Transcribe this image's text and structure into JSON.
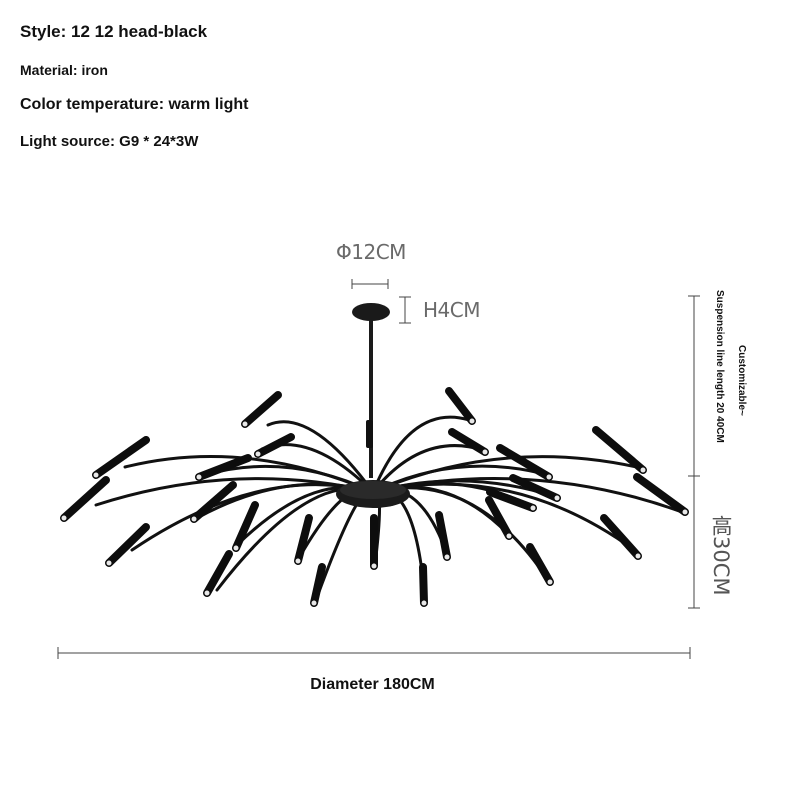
{
  "specs": {
    "style": "Style: 12 12 head-black",
    "material": "Material: iron",
    "color_temperature": "Color temperature: warm light",
    "light_source": "Light source: G9 * 24*3W"
  },
  "dimensions": {
    "canopy_diameter": "Φ12CM",
    "canopy_height": "H4CM",
    "customizable": "Customizable~",
    "suspension": "Suspension line length 20 40CM",
    "height": "高30CM",
    "diameter": "Diameter 180CM"
  },
  "colors": {
    "fixture": "#111111",
    "dimension_line": "#555555"
  },
  "product": {
    "arm_count": 24
  }
}
